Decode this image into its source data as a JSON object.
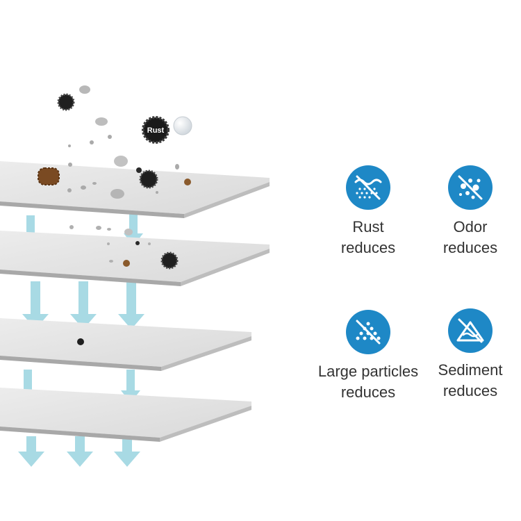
{
  "rust_particle_label": "Rust",
  "colors": {
    "icon_blue": "#1e88c6",
    "arrow": "#9fd6e2",
    "layer_fill": "#dcdcdc",
    "layer_edge": "#a6a6a6",
    "text": "#333333"
  },
  "features": [
    {
      "icon": "waves-particles-icon",
      "line1": "Rust",
      "line2": "reduces"
    },
    {
      "icon": "odor-molecule-icon",
      "line1": "Odor",
      "line2": "reduces"
    },
    {
      "icon": "particle-triangle-icon",
      "line1": "Large particles",
      "line2": "reduces"
    },
    {
      "icon": "sediment-mountain-icon",
      "line1": "Sediment",
      "line2": "reduces"
    }
  ]
}
